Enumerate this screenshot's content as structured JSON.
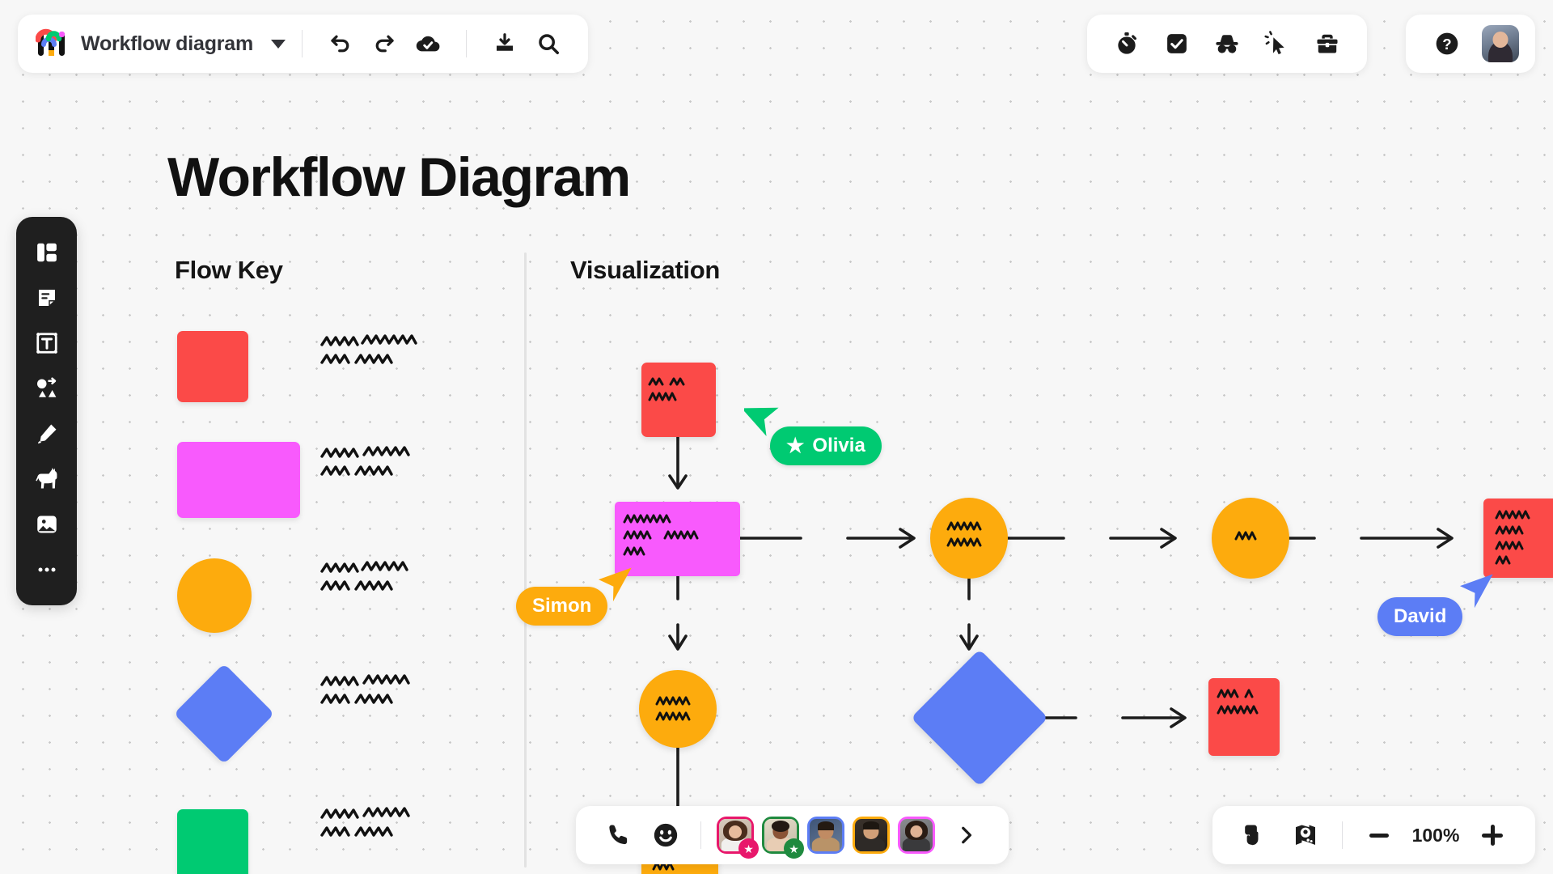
{
  "app": {
    "document_title": "Workflow diagram",
    "logo_name": "monday-logo"
  },
  "top_left_toolbar": {
    "items": [
      {
        "name": "undo-icon",
        "label": "Undo"
      },
      {
        "name": "redo-icon",
        "label": "Redo"
      },
      {
        "name": "cloud-saved-icon",
        "label": "Saved"
      },
      {
        "name": "download-icon",
        "label": "Download"
      },
      {
        "name": "search-icon",
        "label": "Search"
      }
    ]
  },
  "top_right_toolbar": {
    "items": [
      {
        "name": "timer-icon",
        "label": "Timer"
      },
      {
        "name": "checkbox-icon",
        "label": "Tasks"
      },
      {
        "name": "incognito-icon",
        "label": "Incognito"
      },
      {
        "name": "cursor-click-icon",
        "label": "Select"
      },
      {
        "name": "toolbox-icon",
        "label": "Toolbox"
      }
    ],
    "help": {
      "name": "help-icon",
      "label": "?"
    },
    "avatar": {
      "name": "user-avatar",
      "label": "Me"
    }
  },
  "left_toolbar": {
    "items": [
      {
        "name": "templates-icon",
        "label": "Templates"
      },
      {
        "name": "sticky-note-icon",
        "label": "Sticky note"
      },
      {
        "name": "text-icon",
        "label": "Text"
      },
      {
        "name": "shapes-connector-icon",
        "label": "Shapes & connectors"
      },
      {
        "name": "pen-icon",
        "label": "Pen"
      },
      {
        "name": "llama-icon",
        "label": "Llama"
      },
      {
        "name": "image-icon",
        "label": "Image"
      },
      {
        "name": "more-icon",
        "label": "More"
      }
    ]
  },
  "canvas": {
    "page_title": "Workflow Diagram",
    "sections": {
      "flow_key": "Flow Key",
      "visualization": "Visualization"
    },
    "legend": [
      {
        "name": "legend-red-square",
        "shape": "square",
        "color": "#FB4A48"
      },
      {
        "name": "legend-pink-rect",
        "shape": "rect",
        "color": "#F85AFD"
      },
      {
        "name": "legend-orange-circle",
        "shape": "circle",
        "color": "#FDAB0D"
      },
      {
        "name": "legend-blue-diamond",
        "shape": "diamond",
        "color": "#5C7DF5"
      },
      {
        "name": "legend-green-square",
        "shape": "square",
        "color": "#00CA72"
      }
    ],
    "nodes": [
      {
        "name": "node-start-red",
        "shape": "square",
        "color": "#FB4A48"
      },
      {
        "name": "node-process-pink",
        "shape": "rect",
        "color": "#F85AFD"
      },
      {
        "name": "node-state-orange-1",
        "shape": "circle",
        "color": "#FDAB0D"
      },
      {
        "name": "node-state-orange-2",
        "shape": "circle",
        "color": "#FDAB0D"
      },
      {
        "name": "node-end-red-right",
        "shape": "square",
        "color": "#FB4A48"
      },
      {
        "name": "node-state-orange-3",
        "shape": "circle",
        "color": "#FDAB0D"
      },
      {
        "name": "node-decision-blue",
        "shape": "diamond",
        "color": "#5C7DF5"
      },
      {
        "name": "node-result-red",
        "shape": "square",
        "color": "#FB4A48"
      },
      {
        "name": "node-state-orange-4",
        "shape": "circle",
        "color": "#FDAB0D"
      },
      {
        "name": "node-bottom-orange",
        "shape": "rect",
        "color": "#FDAB0D"
      }
    ]
  },
  "cursors": [
    {
      "name": "cursor-olivia",
      "label": "Olivia",
      "color": "#00CA72",
      "icon": "star-icon",
      "has_icon": true
    },
    {
      "name": "cursor-simon",
      "label": "Simon",
      "color": "#FDAB0D",
      "icon": "",
      "has_icon": false
    },
    {
      "name": "cursor-david",
      "label": "David",
      "color": "#5C7DF5",
      "icon": "",
      "has_icon": false
    }
  ],
  "bottom_toolbar": {
    "items": [
      {
        "name": "phone-icon",
        "label": "Call"
      },
      {
        "name": "emoji-icon",
        "label": "Reactions"
      }
    ],
    "collaborators": [
      {
        "name": "collaborator-avatar-1",
        "border": "#E8176B",
        "badge": "star-icon",
        "badge_color": "#E8176B",
        "has_badge": true,
        "skin": "#d9a88b",
        "hair": "#4a2c1c",
        "bg": "#cbb8a6"
      },
      {
        "name": "collaborator-avatar-2",
        "border": "#1F8A3F",
        "badge": "star-icon",
        "badge_color": "#1F8A3F",
        "has_badge": true,
        "skin": "#7b4a32",
        "hair": "#221a15",
        "bg": "#d6ccb8"
      },
      {
        "name": "collaborator-avatar-3",
        "border": "#5C7DF5",
        "badge": "",
        "badge_color": "",
        "has_badge": false,
        "skin": "#c08b63",
        "hair": "#241a12",
        "bg": "#45597a"
      },
      {
        "name": "collaborator-avatar-4",
        "border": "#FDAB0D",
        "badge": "",
        "badge_color": "",
        "has_badge": false,
        "skin": "#d2a078",
        "hair": "#1d1711",
        "bg": "#2b2520"
      },
      {
        "name": "collaborator-avatar-5",
        "border": "#F85AFD",
        "badge": "",
        "badge_color": "",
        "has_badge": false,
        "skin": "#d8ab88",
        "hair": "#2a1c14",
        "bg": "#6d6f72"
      }
    ],
    "next_label": "›"
  },
  "zoom_toolbar": {
    "pan_icon": "hand-pan-icon",
    "minimap_icon": "map-pin-icon",
    "zoom_out_label": "−",
    "zoom_level": "100%",
    "zoom_in_label": "+"
  }
}
